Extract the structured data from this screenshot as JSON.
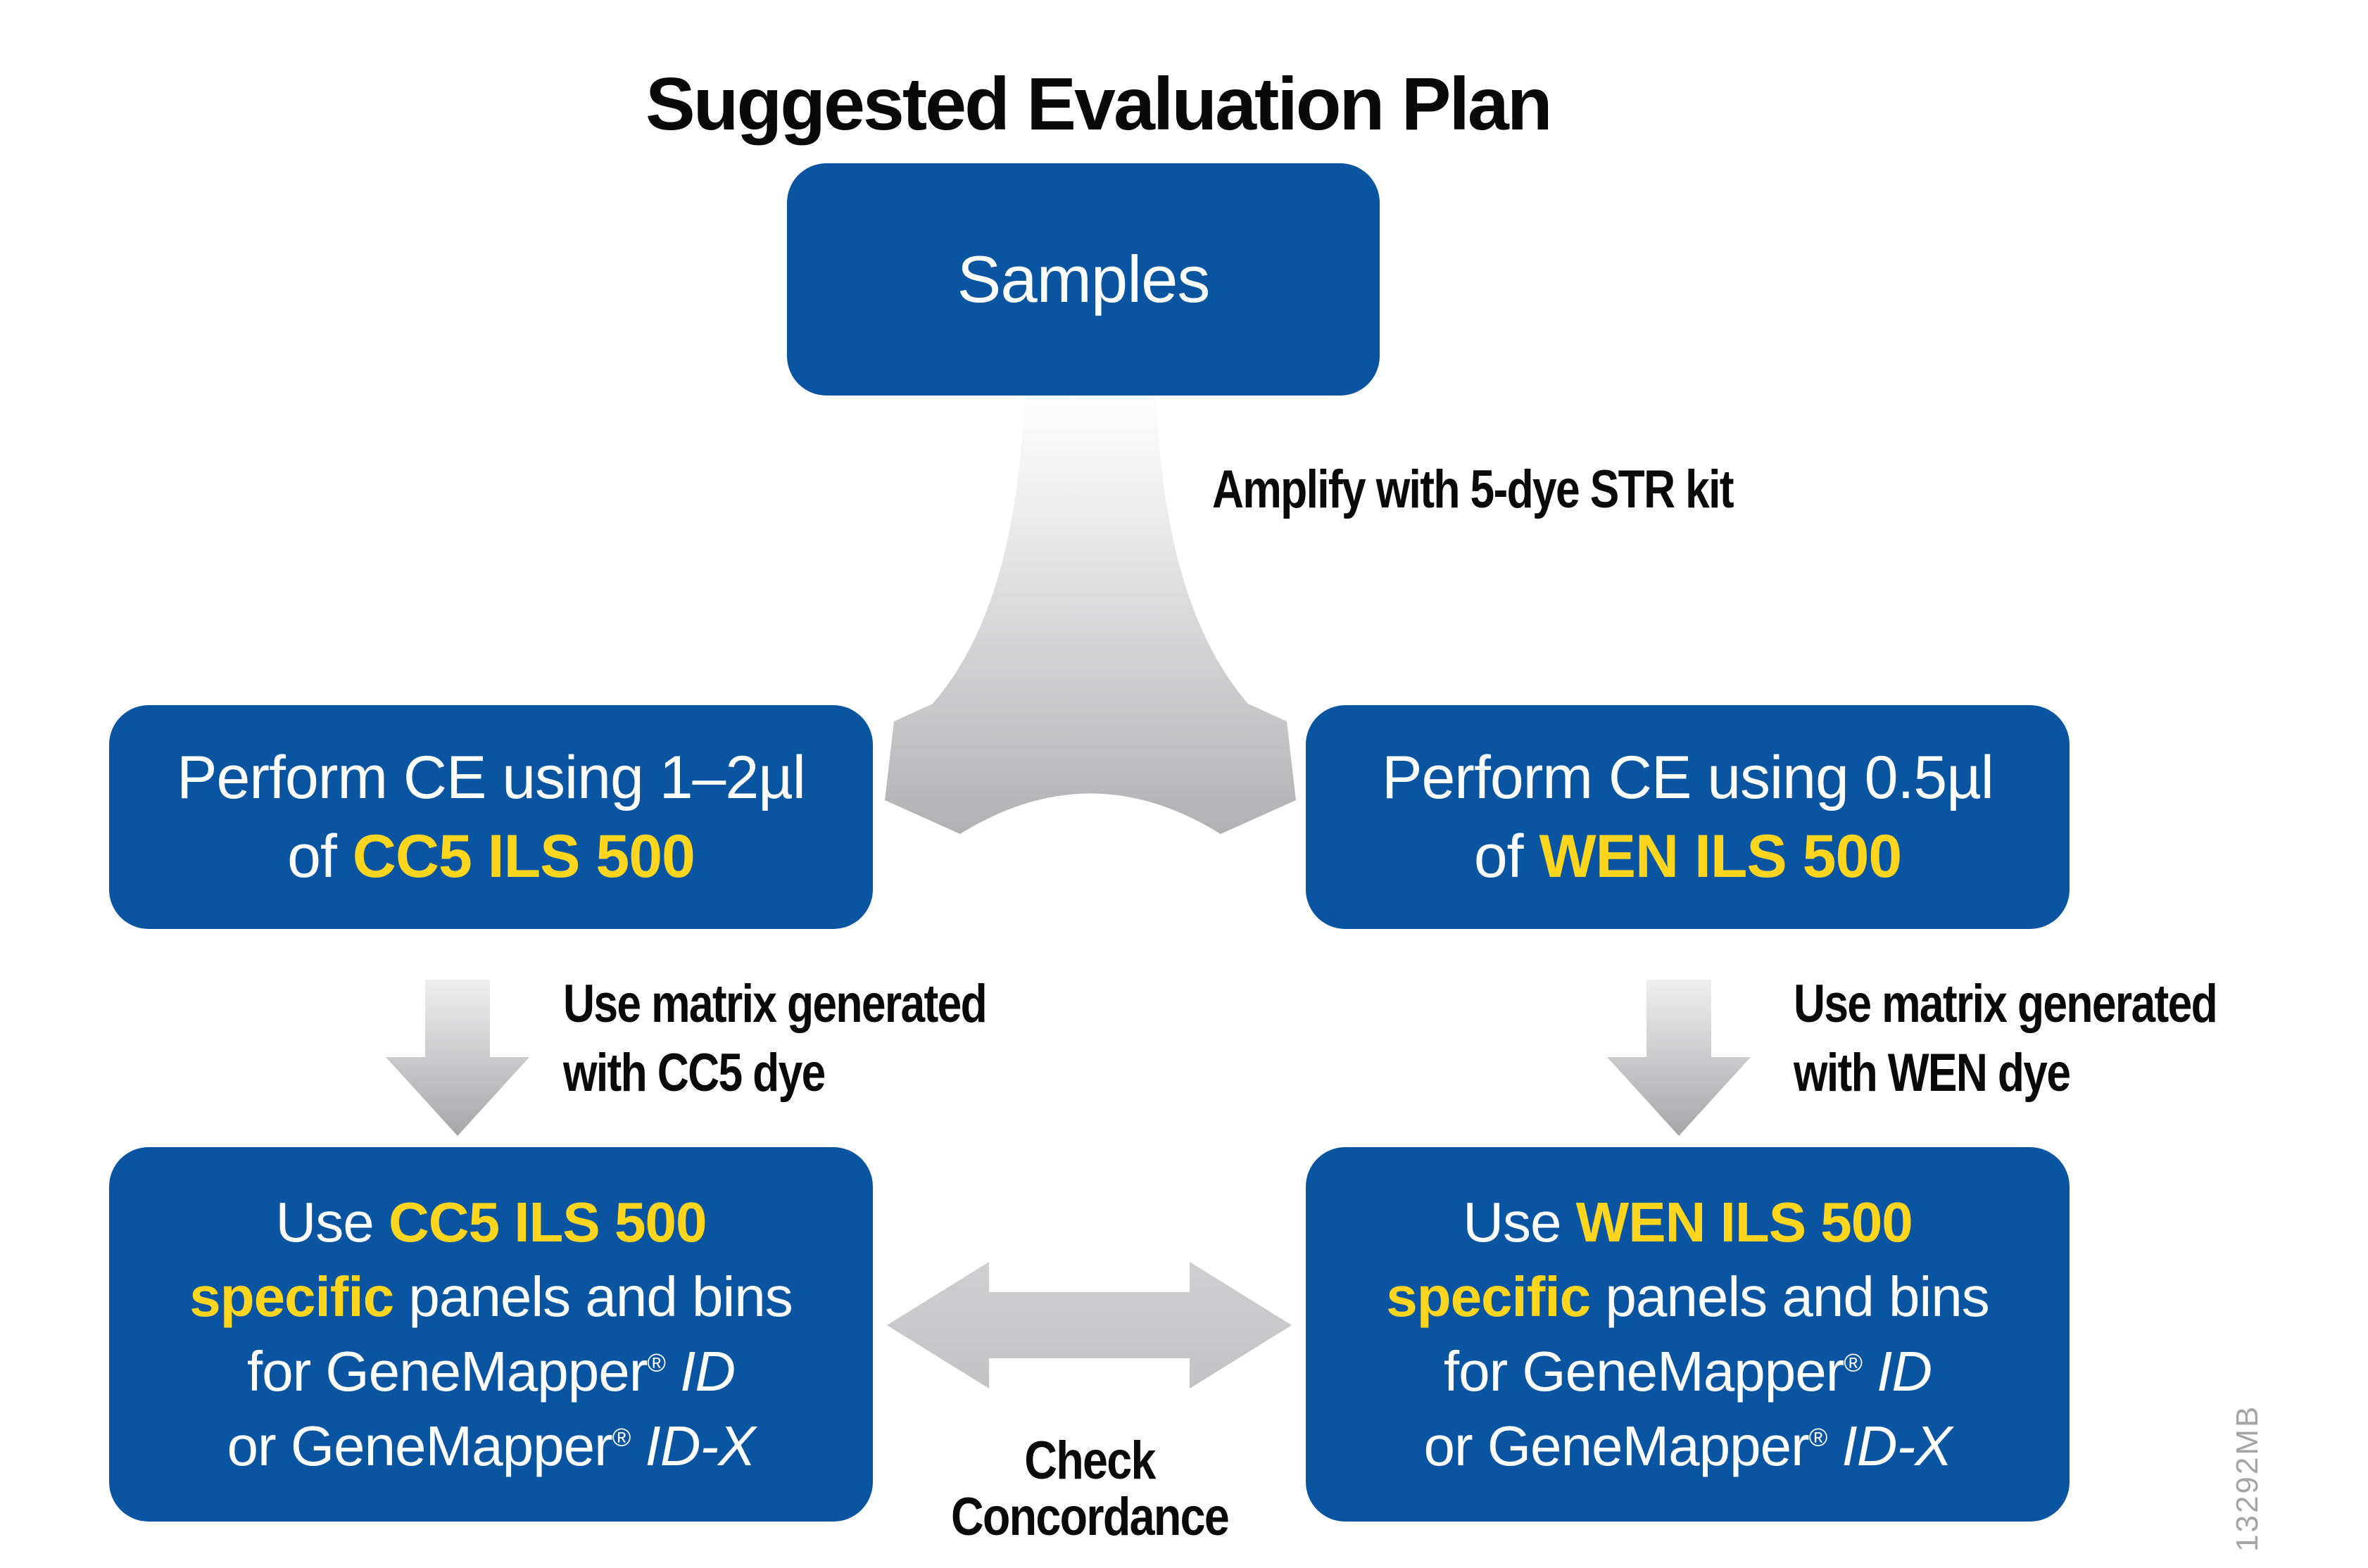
{
  "title": "Suggested Evaluation Plan",
  "figure_number": "13292MB",
  "colors": {
    "box_blue": "#0A55A1",
    "highlight_yellow": "#FFD51E",
    "arrow_gray_light": "#F7F7F8",
    "arrow_gray_dark": "#A9A9AB",
    "double_arrow_gray": "#C9C9CB",
    "figure_number_gray": "#A5A5A7",
    "label_black": "#0A0A0A"
  },
  "samples_box": {
    "label": "Samples"
  },
  "amplify_label": "Amplify with 5-dye STR kit",
  "ce_boxes": {
    "left": {
      "line1": "Perform CE using 1–2µl",
      "line2_pre": "of ",
      "line2_hl": "CC5 ILS 500"
    },
    "right": {
      "line1": "Perform CE using 0.5µl",
      "line2_pre": "of ",
      "line2_hl": "WEN ILS 500"
    }
  },
  "matrix_labels": {
    "left": {
      "line1": "Use matrix generated",
      "line2": "with CC5 dye"
    },
    "right": {
      "line1": "Use matrix generated",
      "line2": "with WEN dye"
    }
  },
  "panels_boxes": {
    "left": {
      "l1_pre": "Use ",
      "l1_hl": "CC5 ILS 500",
      "l2_hl": "specific",
      "l2_post": " panels and bins",
      "l3_pre": "for GeneMapper",
      "l3_sup": "®",
      "l3_it": " ID",
      "l4_pre": "or GeneMapper",
      "l4_sup": "®",
      "l4_it": " ID-X"
    },
    "right": {
      "l1_pre": "Use ",
      "l1_hl": "WEN ILS 500",
      "l2_hl": "specific",
      "l2_post": " panels and bins",
      "l3_pre": "for GeneMapper",
      "l3_sup": "®",
      "l3_it": " ID",
      "l4_pre": "or GeneMapper",
      "l4_sup": "®",
      "l4_it": " ID-X"
    }
  },
  "concordance_label": {
    "line1": "Check",
    "line2": "Concordance"
  }
}
